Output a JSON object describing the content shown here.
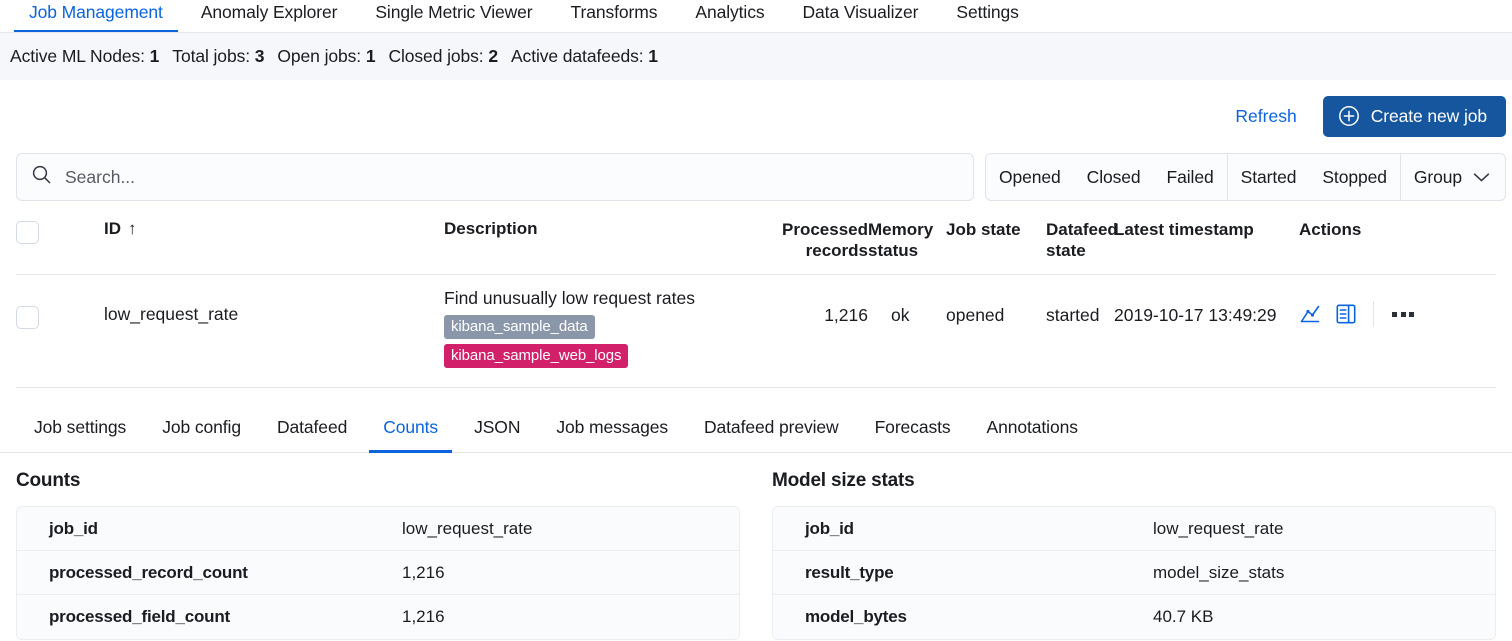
{
  "nav": {
    "tabs": [
      {
        "label": "Job Management",
        "active": true
      },
      {
        "label": "Anomaly Explorer",
        "active": false
      },
      {
        "label": "Single Metric Viewer",
        "active": false
      },
      {
        "label": "Transforms",
        "active": false
      },
      {
        "label": "Analytics",
        "active": false
      },
      {
        "label": "Data Visualizer",
        "active": false
      },
      {
        "label": "Settings",
        "active": false
      }
    ]
  },
  "stats": [
    {
      "label": "Active ML Nodes:",
      "value": "1"
    },
    {
      "label": "Total jobs:",
      "value": "3"
    },
    {
      "label": "Open jobs:",
      "value": "1"
    },
    {
      "label": "Closed jobs:",
      "value": "2"
    },
    {
      "label": "Active datafeeds:",
      "value": "1"
    }
  ],
  "toolbar": {
    "refresh_label": "Refresh",
    "create_label": "Create new job",
    "create_icon": "plus-in-circle-icon",
    "create_color": "#15569e"
  },
  "search": {
    "placeholder": "Search...",
    "value": "",
    "icon": "search-icon"
  },
  "filters": {
    "groups": [
      [
        "Opened",
        "Closed",
        "Failed"
      ],
      [
        "Started",
        "Stopped"
      ]
    ],
    "group_dropdown": {
      "label": "Group",
      "icon": "chevron-down-icon"
    }
  },
  "jobs_table": {
    "columns": {
      "id": "ID",
      "id_sort": "↑",
      "description": "Description",
      "processed_records": "Processed records",
      "memory_status": "Memory status",
      "job_state": "Job state",
      "datafeed_state": "Datafeed state",
      "latest_timestamp": "Latest timestamp",
      "actions": "Actions"
    },
    "rows": [
      {
        "id": "low_request_rate",
        "description": "Find unusually low request rates",
        "badges": [
          {
            "label": "kibana_sample_data",
            "color": "#8a97ab"
          },
          {
            "label": "kibana_sample_web_logs",
            "color": "#d2206a"
          }
        ],
        "processed_records": "1,216",
        "memory_status": "ok",
        "job_state": "opened",
        "datafeed_state": "started",
        "latest_timestamp": "2019-10-17 13:49:29",
        "actions": {
          "chart_icon": "single-metric-viewer-icon",
          "details_icon": "job-details-icon",
          "more_icon": "more-actions-icon"
        }
      }
    ]
  },
  "detail_tabs": [
    {
      "label": "Job settings",
      "active": false
    },
    {
      "label": "Job config",
      "active": false
    },
    {
      "label": "Datafeed",
      "active": false
    },
    {
      "label": "Counts",
      "active": true
    },
    {
      "label": "JSON",
      "active": false
    },
    {
      "label": "Job messages",
      "active": false
    },
    {
      "label": "Datafeed preview",
      "active": false
    },
    {
      "label": "Forecasts",
      "active": false
    },
    {
      "label": "Annotations",
      "active": false
    }
  ],
  "panels": {
    "counts": {
      "title": "Counts",
      "rows": [
        {
          "key": "job_id",
          "value": "low_request_rate"
        },
        {
          "key": "processed_record_count",
          "value": "1,216"
        },
        {
          "key": "processed_field_count",
          "value": "1,216"
        }
      ]
    },
    "model_size_stats": {
      "title": "Model size stats",
      "rows": [
        {
          "key": "job_id",
          "value": "low_request_rate"
        },
        {
          "key": "result_type",
          "value": "model_size_stats"
        },
        {
          "key": "model_bytes",
          "value": "40.7 KB"
        }
      ]
    }
  }
}
